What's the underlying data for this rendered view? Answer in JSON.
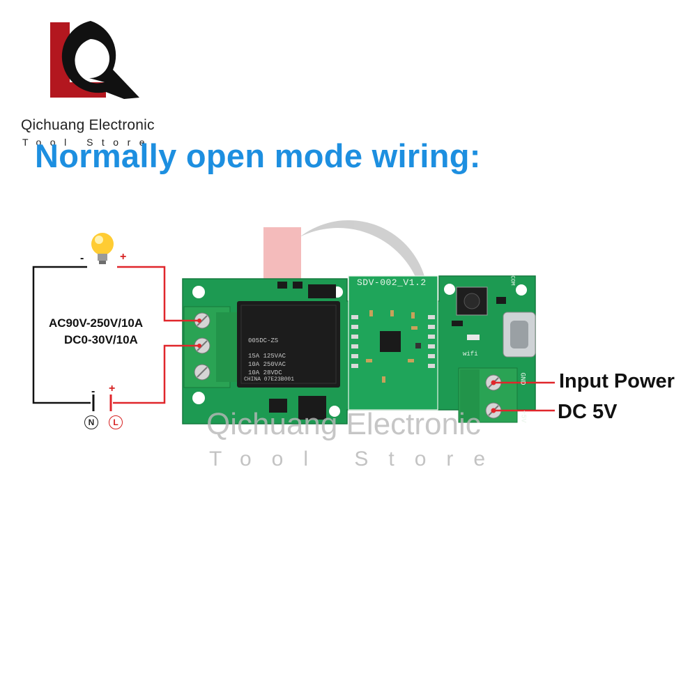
{
  "brand": {
    "name": "Qichuang Electronic",
    "tagline": "Tool Store",
    "logo_letters": "LQ",
    "colors": {
      "red": "#b3171f",
      "black": "#111111"
    }
  },
  "title": "Normally open mode wiring:",
  "load": {
    "spec_line1": "AC90V-250V/10A",
    "spec_line2": "DC0-30V/10A",
    "lamp_minus": "-",
    "lamp_plus": "+",
    "source_minus": "-",
    "source_plus": "+",
    "neutral": "N",
    "live": "L",
    "lamp_icon": "light-bulb-icon"
  },
  "labels": {
    "input_power": "Input Power",
    "dc_voltage": "DC 5V"
  },
  "board": {
    "model": "SDV-002_V1.2",
    "relay_model": "005DC-ZS",
    "relay_spec_1": "15A 125VAC",
    "relay_spec_2": "10A 250VAC",
    "relay_spec_3": "10A 28VDC",
    "relay_cert": "CHINA 07E23B001",
    "silk_gnd": "GND",
    "silk_5v": "+5V",
    "silk_wifi": "wifi",
    "silk_com": "COM",
    "colors": {
      "pcb": "#1d9a52",
      "terminal": "#2aa354",
      "relay": "#1c1c1c"
    }
  },
  "watermark": {
    "line1": "Qichuang Electronic",
    "line2": "Tool Store"
  },
  "wire_colors": {
    "live": "#e0262b",
    "neutral": "#111111"
  }
}
